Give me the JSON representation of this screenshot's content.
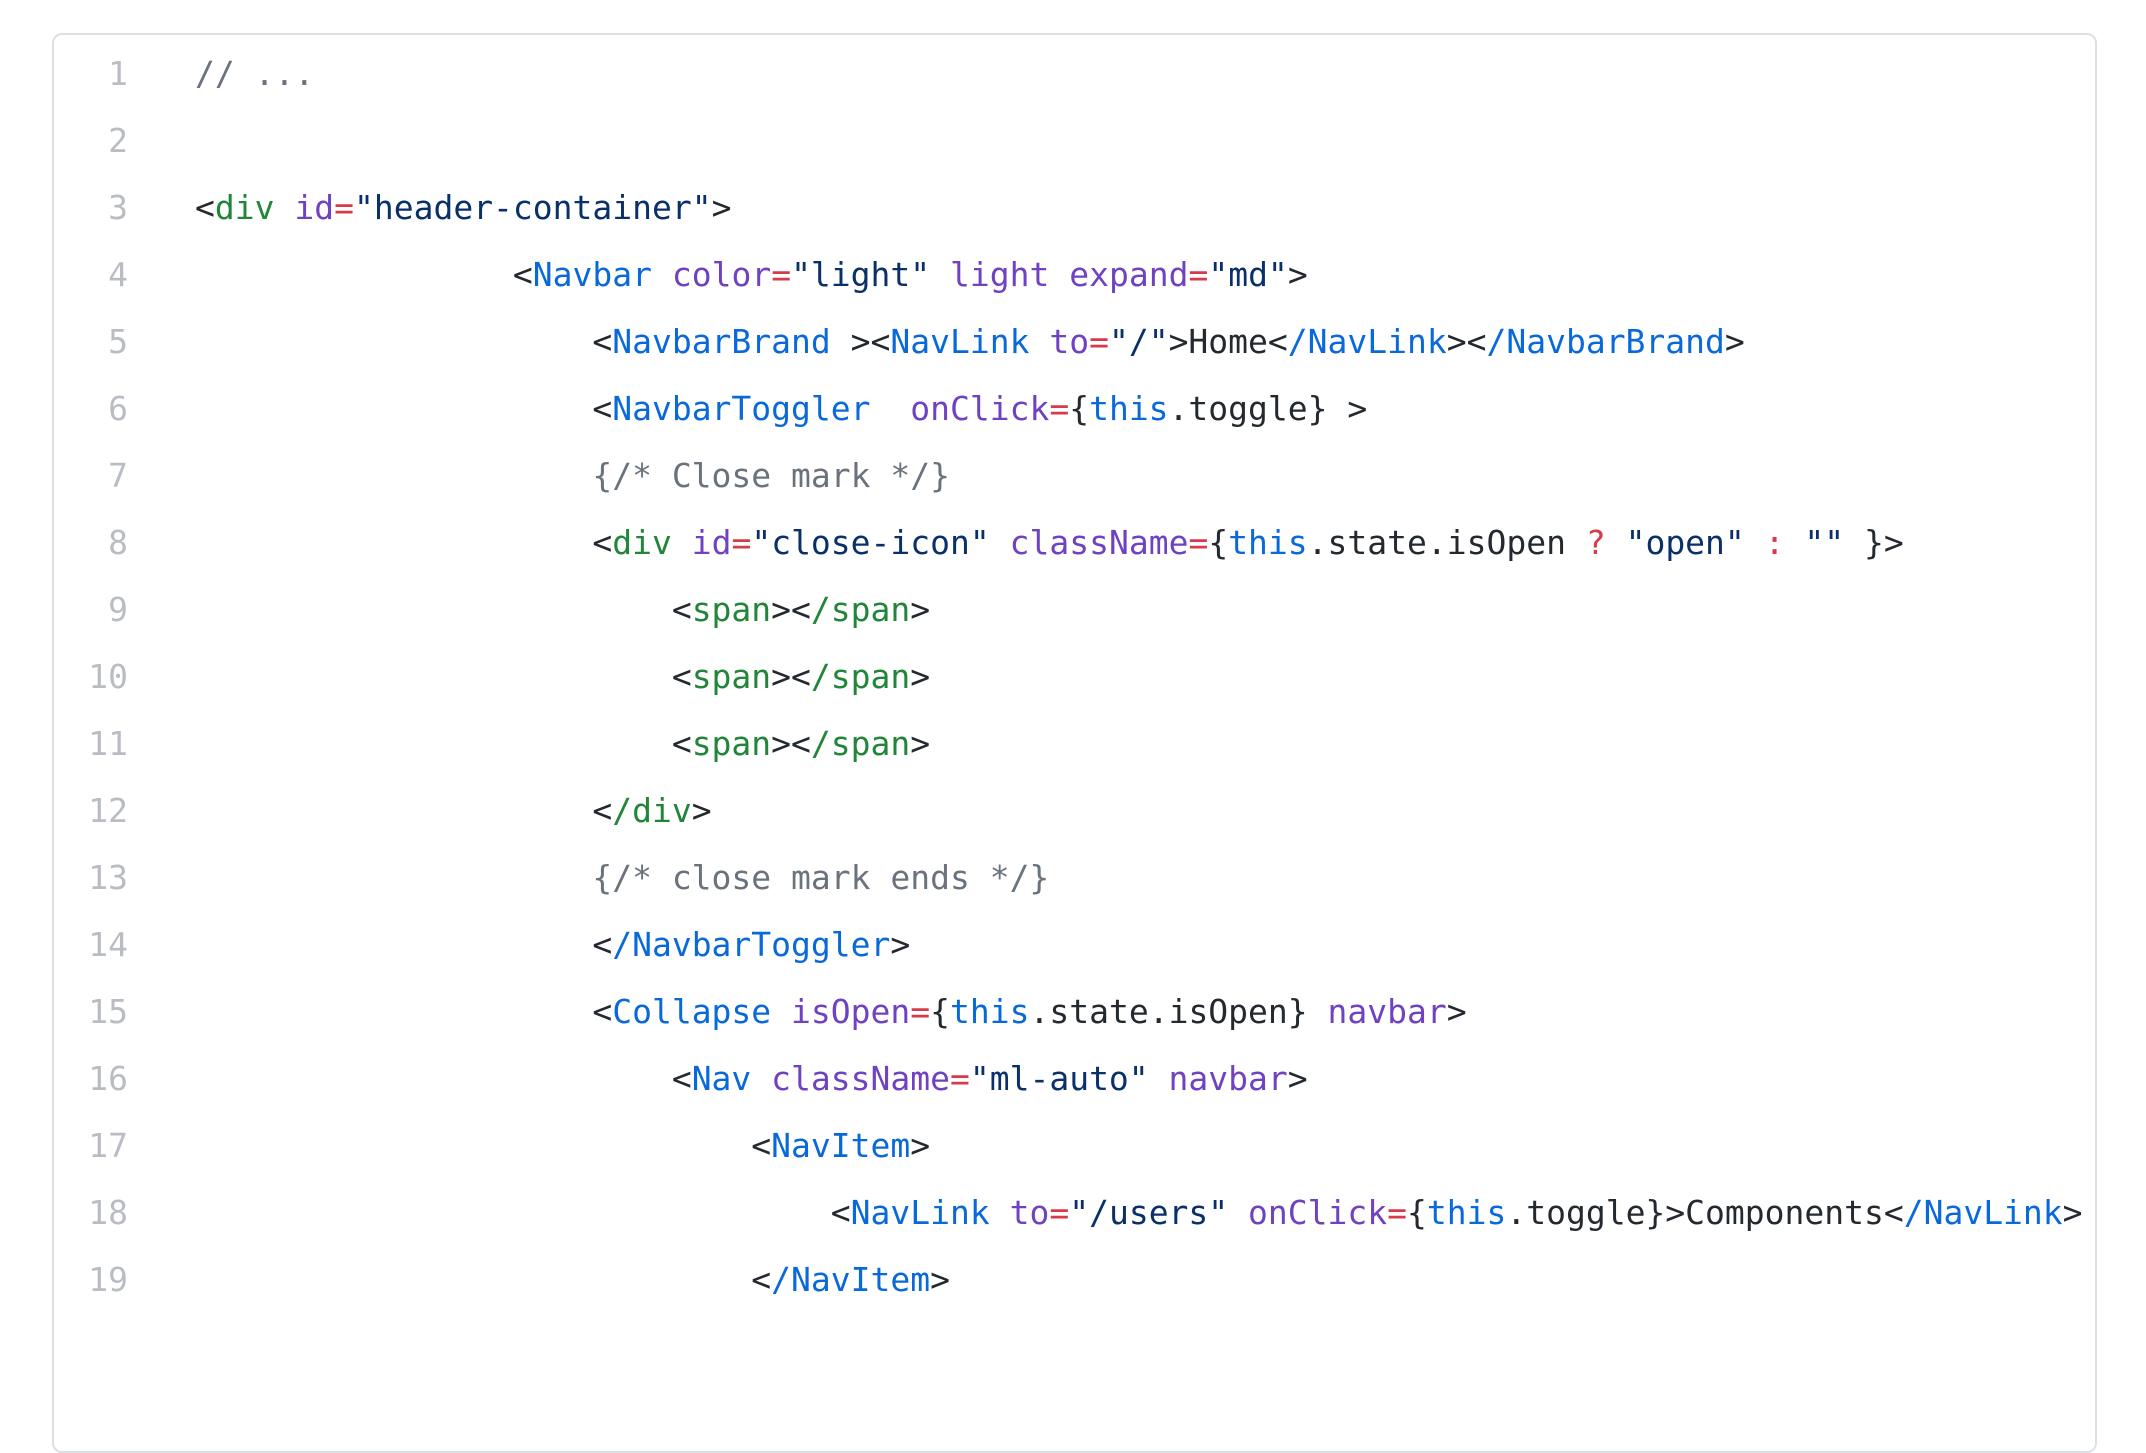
{
  "editor": {
    "language": "jsx",
    "colors": {
      "background": "#ffffff",
      "border": "#dcdfe3",
      "text": "#24292f",
      "line_number": "#b9bdc3",
      "tag": "#22863a",
      "component": "#0969da",
      "attribute": "#6f42c1",
      "operator": "#d73a49",
      "string": "#0a3069",
      "comment": "#6a737d"
    },
    "lines": [
      {
        "number": 1,
        "indent": 0,
        "tokens": [
          {
            "type": "comment",
            "text": "// ..."
          }
        ]
      },
      {
        "number": 2,
        "indent": 0,
        "tokens": []
      },
      {
        "number": 3,
        "indent": 0,
        "tokens": [
          {
            "type": "text",
            "text": "<"
          },
          {
            "type": "tag",
            "text": "div"
          },
          {
            "type": "text",
            "text": " "
          },
          {
            "type": "attribute",
            "text": "id"
          },
          {
            "type": "operator",
            "text": "="
          },
          {
            "type": "string",
            "text": "\"header-container\""
          },
          {
            "type": "text",
            "text": ">"
          }
        ]
      },
      {
        "number": 4,
        "indent": 16,
        "tokens": [
          {
            "type": "text",
            "text": "<"
          },
          {
            "type": "component",
            "text": "Navbar"
          },
          {
            "type": "text",
            "text": " "
          },
          {
            "type": "attribute",
            "text": "color"
          },
          {
            "type": "operator",
            "text": "="
          },
          {
            "type": "string",
            "text": "\"light\""
          },
          {
            "type": "text",
            "text": " "
          },
          {
            "type": "attribute",
            "text": "light"
          },
          {
            "type": "text",
            "text": " "
          },
          {
            "type": "attribute",
            "text": "expand"
          },
          {
            "type": "operator",
            "text": "="
          },
          {
            "type": "string",
            "text": "\"md\""
          },
          {
            "type": "text",
            "text": ">"
          }
        ]
      },
      {
        "number": 5,
        "indent": 20,
        "tokens": [
          {
            "type": "text",
            "text": "<"
          },
          {
            "type": "component",
            "text": "NavbarBrand"
          },
          {
            "type": "text",
            "text": " ><"
          },
          {
            "type": "component",
            "text": "NavLink"
          },
          {
            "type": "text",
            "text": " "
          },
          {
            "type": "attribute",
            "text": "to"
          },
          {
            "type": "operator",
            "text": "="
          },
          {
            "type": "string",
            "text": "\"/\""
          },
          {
            "type": "text",
            "text": ">Home<"
          },
          {
            "type": "component",
            "text": "/NavLink"
          },
          {
            "type": "text",
            "text": "><"
          },
          {
            "type": "component",
            "text": "/NavbarBrand"
          },
          {
            "type": "text",
            "text": ">"
          }
        ]
      },
      {
        "number": 6,
        "indent": 20,
        "tokens": [
          {
            "type": "text",
            "text": "<"
          },
          {
            "type": "component",
            "text": "NavbarToggler"
          },
          {
            "type": "text",
            "text": "  "
          },
          {
            "type": "attribute",
            "text": "onClick"
          },
          {
            "type": "operator",
            "text": "="
          },
          {
            "type": "text",
            "text": "{"
          },
          {
            "type": "keyword",
            "text": "this"
          },
          {
            "type": "text",
            "text": ".toggle} >"
          }
        ]
      },
      {
        "number": 7,
        "indent": 20,
        "tokens": [
          {
            "type": "comment",
            "text": "{/* Close mark */}"
          }
        ]
      },
      {
        "number": 8,
        "indent": 20,
        "tokens": [
          {
            "type": "text",
            "text": "<"
          },
          {
            "type": "tag",
            "text": "div"
          },
          {
            "type": "text",
            "text": " "
          },
          {
            "type": "attribute",
            "text": "id"
          },
          {
            "type": "operator",
            "text": "="
          },
          {
            "type": "string",
            "text": "\"close-icon\""
          },
          {
            "type": "text",
            "text": " "
          },
          {
            "type": "attribute",
            "text": "className"
          },
          {
            "type": "operator",
            "text": "="
          },
          {
            "type": "text",
            "text": "{"
          },
          {
            "type": "keyword",
            "text": "this"
          },
          {
            "type": "text",
            "text": ".state.isOpen "
          },
          {
            "type": "operator",
            "text": "?"
          },
          {
            "type": "text",
            "text": " "
          },
          {
            "type": "string",
            "text": "\"open\""
          },
          {
            "type": "text",
            "text": " "
          },
          {
            "type": "operator",
            "text": ":"
          },
          {
            "type": "text",
            "text": " "
          },
          {
            "type": "string",
            "text": "\"\""
          },
          {
            "type": "text",
            "text": " }>"
          }
        ]
      },
      {
        "number": 9,
        "indent": 24,
        "tokens": [
          {
            "type": "text",
            "text": "<"
          },
          {
            "type": "tag",
            "text": "span"
          },
          {
            "type": "text",
            "text": "><"
          },
          {
            "type": "tag",
            "text": "/span"
          },
          {
            "type": "text",
            "text": ">"
          }
        ]
      },
      {
        "number": 10,
        "indent": 24,
        "tokens": [
          {
            "type": "text",
            "text": "<"
          },
          {
            "type": "tag",
            "text": "span"
          },
          {
            "type": "text",
            "text": "><"
          },
          {
            "type": "tag",
            "text": "/span"
          },
          {
            "type": "text",
            "text": ">"
          }
        ]
      },
      {
        "number": 11,
        "indent": 24,
        "tokens": [
          {
            "type": "text",
            "text": "<"
          },
          {
            "type": "tag",
            "text": "span"
          },
          {
            "type": "text",
            "text": "><"
          },
          {
            "type": "tag",
            "text": "/span"
          },
          {
            "type": "text",
            "text": ">"
          }
        ]
      },
      {
        "number": 12,
        "indent": 20,
        "tokens": [
          {
            "type": "text",
            "text": "<"
          },
          {
            "type": "tag",
            "text": "/div"
          },
          {
            "type": "text",
            "text": ">"
          }
        ]
      },
      {
        "number": 13,
        "indent": 20,
        "tokens": [
          {
            "type": "comment",
            "text": "{/* close mark ends */}"
          }
        ]
      },
      {
        "number": 14,
        "indent": 20,
        "tokens": [
          {
            "type": "text",
            "text": "<"
          },
          {
            "type": "component",
            "text": "/NavbarToggler"
          },
          {
            "type": "text",
            "text": ">"
          }
        ]
      },
      {
        "number": 15,
        "indent": 20,
        "tokens": [
          {
            "type": "text",
            "text": "<"
          },
          {
            "type": "component",
            "text": "Collapse"
          },
          {
            "type": "text",
            "text": " "
          },
          {
            "type": "attribute",
            "text": "isOpen"
          },
          {
            "type": "operator",
            "text": "="
          },
          {
            "type": "text",
            "text": "{"
          },
          {
            "type": "keyword",
            "text": "this"
          },
          {
            "type": "text",
            "text": ".state.isOpen} "
          },
          {
            "type": "attribute",
            "text": "navbar"
          },
          {
            "type": "text",
            "text": ">"
          }
        ]
      },
      {
        "number": 16,
        "indent": 24,
        "tokens": [
          {
            "type": "text",
            "text": "<"
          },
          {
            "type": "component",
            "text": "Nav"
          },
          {
            "type": "text",
            "text": " "
          },
          {
            "type": "attribute",
            "text": "className"
          },
          {
            "type": "operator",
            "text": "="
          },
          {
            "type": "string",
            "text": "\"ml-auto\""
          },
          {
            "type": "text",
            "text": " "
          },
          {
            "type": "attribute",
            "text": "navbar"
          },
          {
            "type": "text",
            "text": ">"
          }
        ]
      },
      {
        "number": 17,
        "indent": 28,
        "tokens": [
          {
            "type": "text",
            "text": "<"
          },
          {
            "type": "component",
            "text": "NavItem"
          },
          {
            "type": "text",
            "text": ">"
          }
        ]
      },
      {
        "number": 18,
        "indent": 32,
        "tokens": [
          {
            "type": "text",
            "text": "<"
          },
          {
            "type": "component",
            "text": "NavLink"
          },
          {
            "type": "text",
            "text": " "
          },
          {
            "type": "attribute",
            "text": "to"
          },
          {
            "type": "operator",
            "text": "="
          },
          {
            "type": "string",
            "text": "\"/users\""
          },
          {
            "type": "text",
            "text": " "
          },
          {
            "type": "attribute",
            "text": "onClick"
          },
          {
            "type": "operator",
            "text": "="
          },
          {
            "type": "text",
            "text": "{"
          },
          {
            "type": "keyword",
            "text": "this"
          },
          {
            "type": "text",
            "text": ".toggle}>Components<"
          },
          {
            "type": "component",
            "text": "/NavLink"
          },
          {
            "type": "text",
            "text": ">"
          }
        ]
      },
      {
        "number": 19,
        "indent": 28,
        "tokens": [
          {
            "type": "text",
            "text": "<"
          },
          {
            "type": "component",
            "text": "/NavItem"
          },
          {
            "type": "text",
            "text": ">"
          }
        ]
      }
    ]
  }
}
